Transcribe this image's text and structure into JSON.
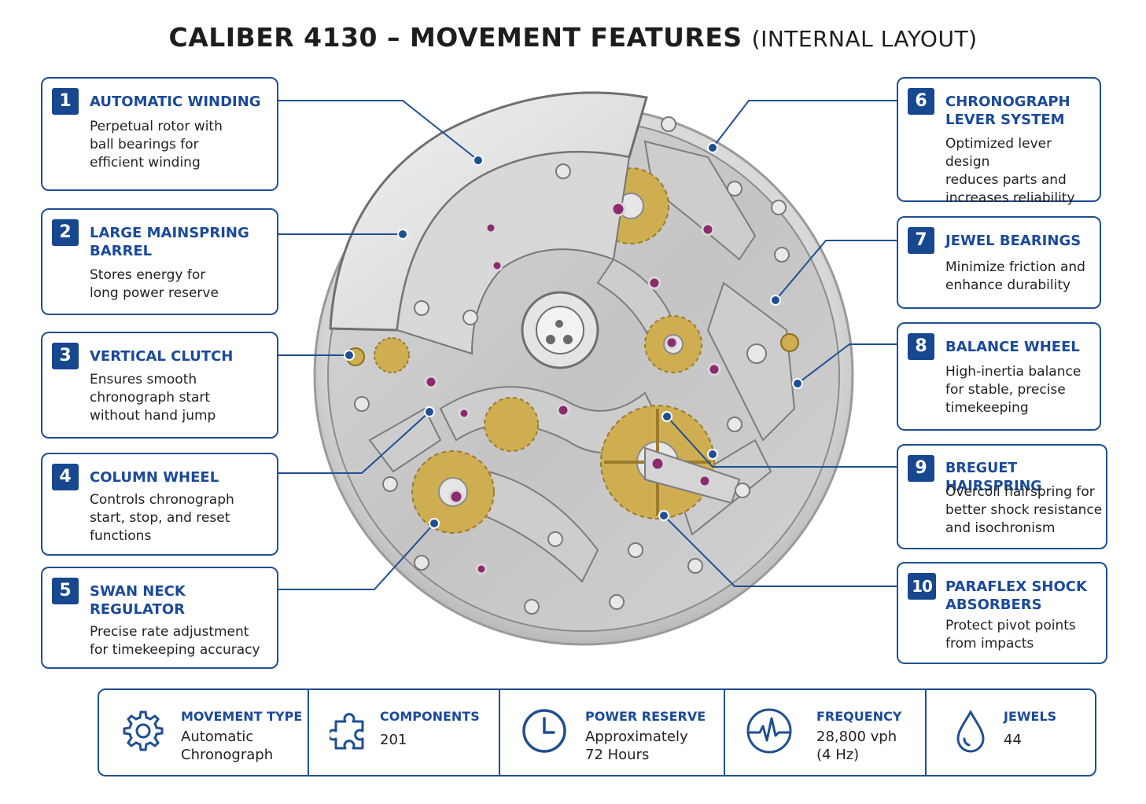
{
  "title": {
    "main": "CALIBER 4130 – MOVEMENT FEATURES",
    "sub": "(INTERNAL LAYOUT)"
  },
  "colors": {
    "accent": "#1f4f93",
    "badge": "#16478f",
    "title_blue": "#1a4a9a",
    "gold": "#c9a640",
    "ruby": "#8b2a6e"
  },
  "callouts": [
    {
      "num": "1",
      "title": "AUTOMATIC WINDING",
      "desc": "Perpetual rotor with\nball bearings for\nefficient winding"
    },
    {
      "num": "2",
      "title": "LARGE MAINSPRING\nBARREL",
      "desc": "Stores energy for\nlong power reserve"
    },
    {
      "num": "3",
      "title": "VERTICAL CLUTCH",
      "desc": "Ensures smooth\nchronograph start\nwithout hand jump"
    },
    {
      "num": "4",
      "title": "COLUMN WHEEL",
      "desc": "Controls chronograph\nstart, stop, and reset\nfunctions"
    },
    {
      "num": "5",
      "title": "SWAN NECK\nREGULATOR",
      "desc": "Precise rate adjustment\nfor timekeeping accuracy"
    },
    {
      "num": "6",
      "title": "CHRONOGRAPH\nLEVER SYSTEM",
      "desc": "Optimized lever design\nreduces parts and\nincreases reliability"
    },
    {
      "num": "7",
      "title": "JEWEL BEARINGS",
      "desc": "Minimize friction and\nenhance durability"
    },
    {
      "num": "8",
      "title": "BALANCE WHEEL",
      "desc": "High-inertia balance\nfor stable, precise\ntimekeeping"
    },
    {
      "num": "9",
      "title": "BREGUET HAIRSPRING",
      "desc": "Overcoil hairspring for\nbetter shock resistance\nand isochronism"
    },
    {
      "num": "10",
      "title": "PARAFLEX SHOCK\nABSORBERS",
      "desc": "Protect pivot points\nfrom impacts"
    }
  ],
  "stats": [
    {
      "icon": "gear-icon",
      "label": "MOVEMENT TYPE",
      "value": "Automatic\nChronograph"
    },
    {
      "icon": "puzzle-icon",
      "label": "COMPONENTS",
      "value": "201"
    },
    {
      "icon": "clock-icon",
      "label": "POWER RESERVE",
      "value": "Approximately\n72 Hours"
    },
    {
      "icon": "pulse-icon",
      "label": "FREQUENCY",
      "value": "28,800 vph\n(4 Hz)"
    },
    {
      "icon": "drop-icon",
      "label": "JEWELS",
      "value": "44"
    }
  ]
}
